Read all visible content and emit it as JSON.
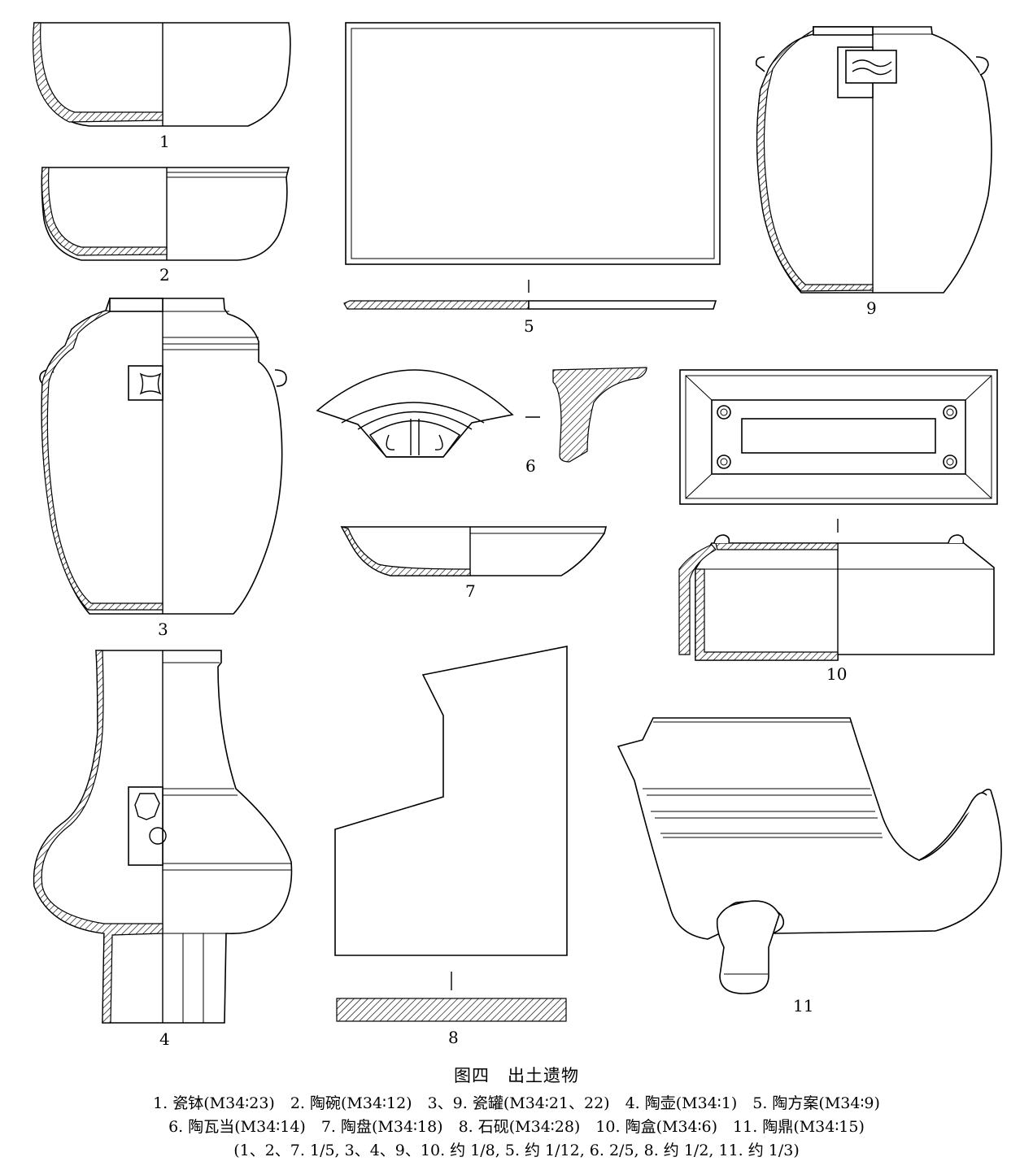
{
  "figure": {
    "labels": [
      "1",
      "2",
      "3",
      "4",
      "5",
      "6",
      "7",
      "8",
      "9",
      "10",
      "11"
    ],
    "caption_title": "图四　出土遗物",
    "caption_line1": "1. 瓷钵(M34∶23)　2. 陶碗(M34∶12)　3、9. 瓷罐(M34∶21、22)　4. 陶壶(M34∶1)　5. 陶方案(M34∶9)",
    "caption_line2": "6. 陶瓦当(M34∶14)　7. 陶盘(M34∶18)　8. 石砚(M34∶28)　10. 陶盒(M34∶6)　11. 陶鼎(M34∶15)",
    "caption_line3": "(1、2、7. 1/5, 3、4、9、10. 约 1/8, 5. 约 1/12, 6. 2/5, 8. 约 1/2, 11. 约 1/3)"
  }
}
